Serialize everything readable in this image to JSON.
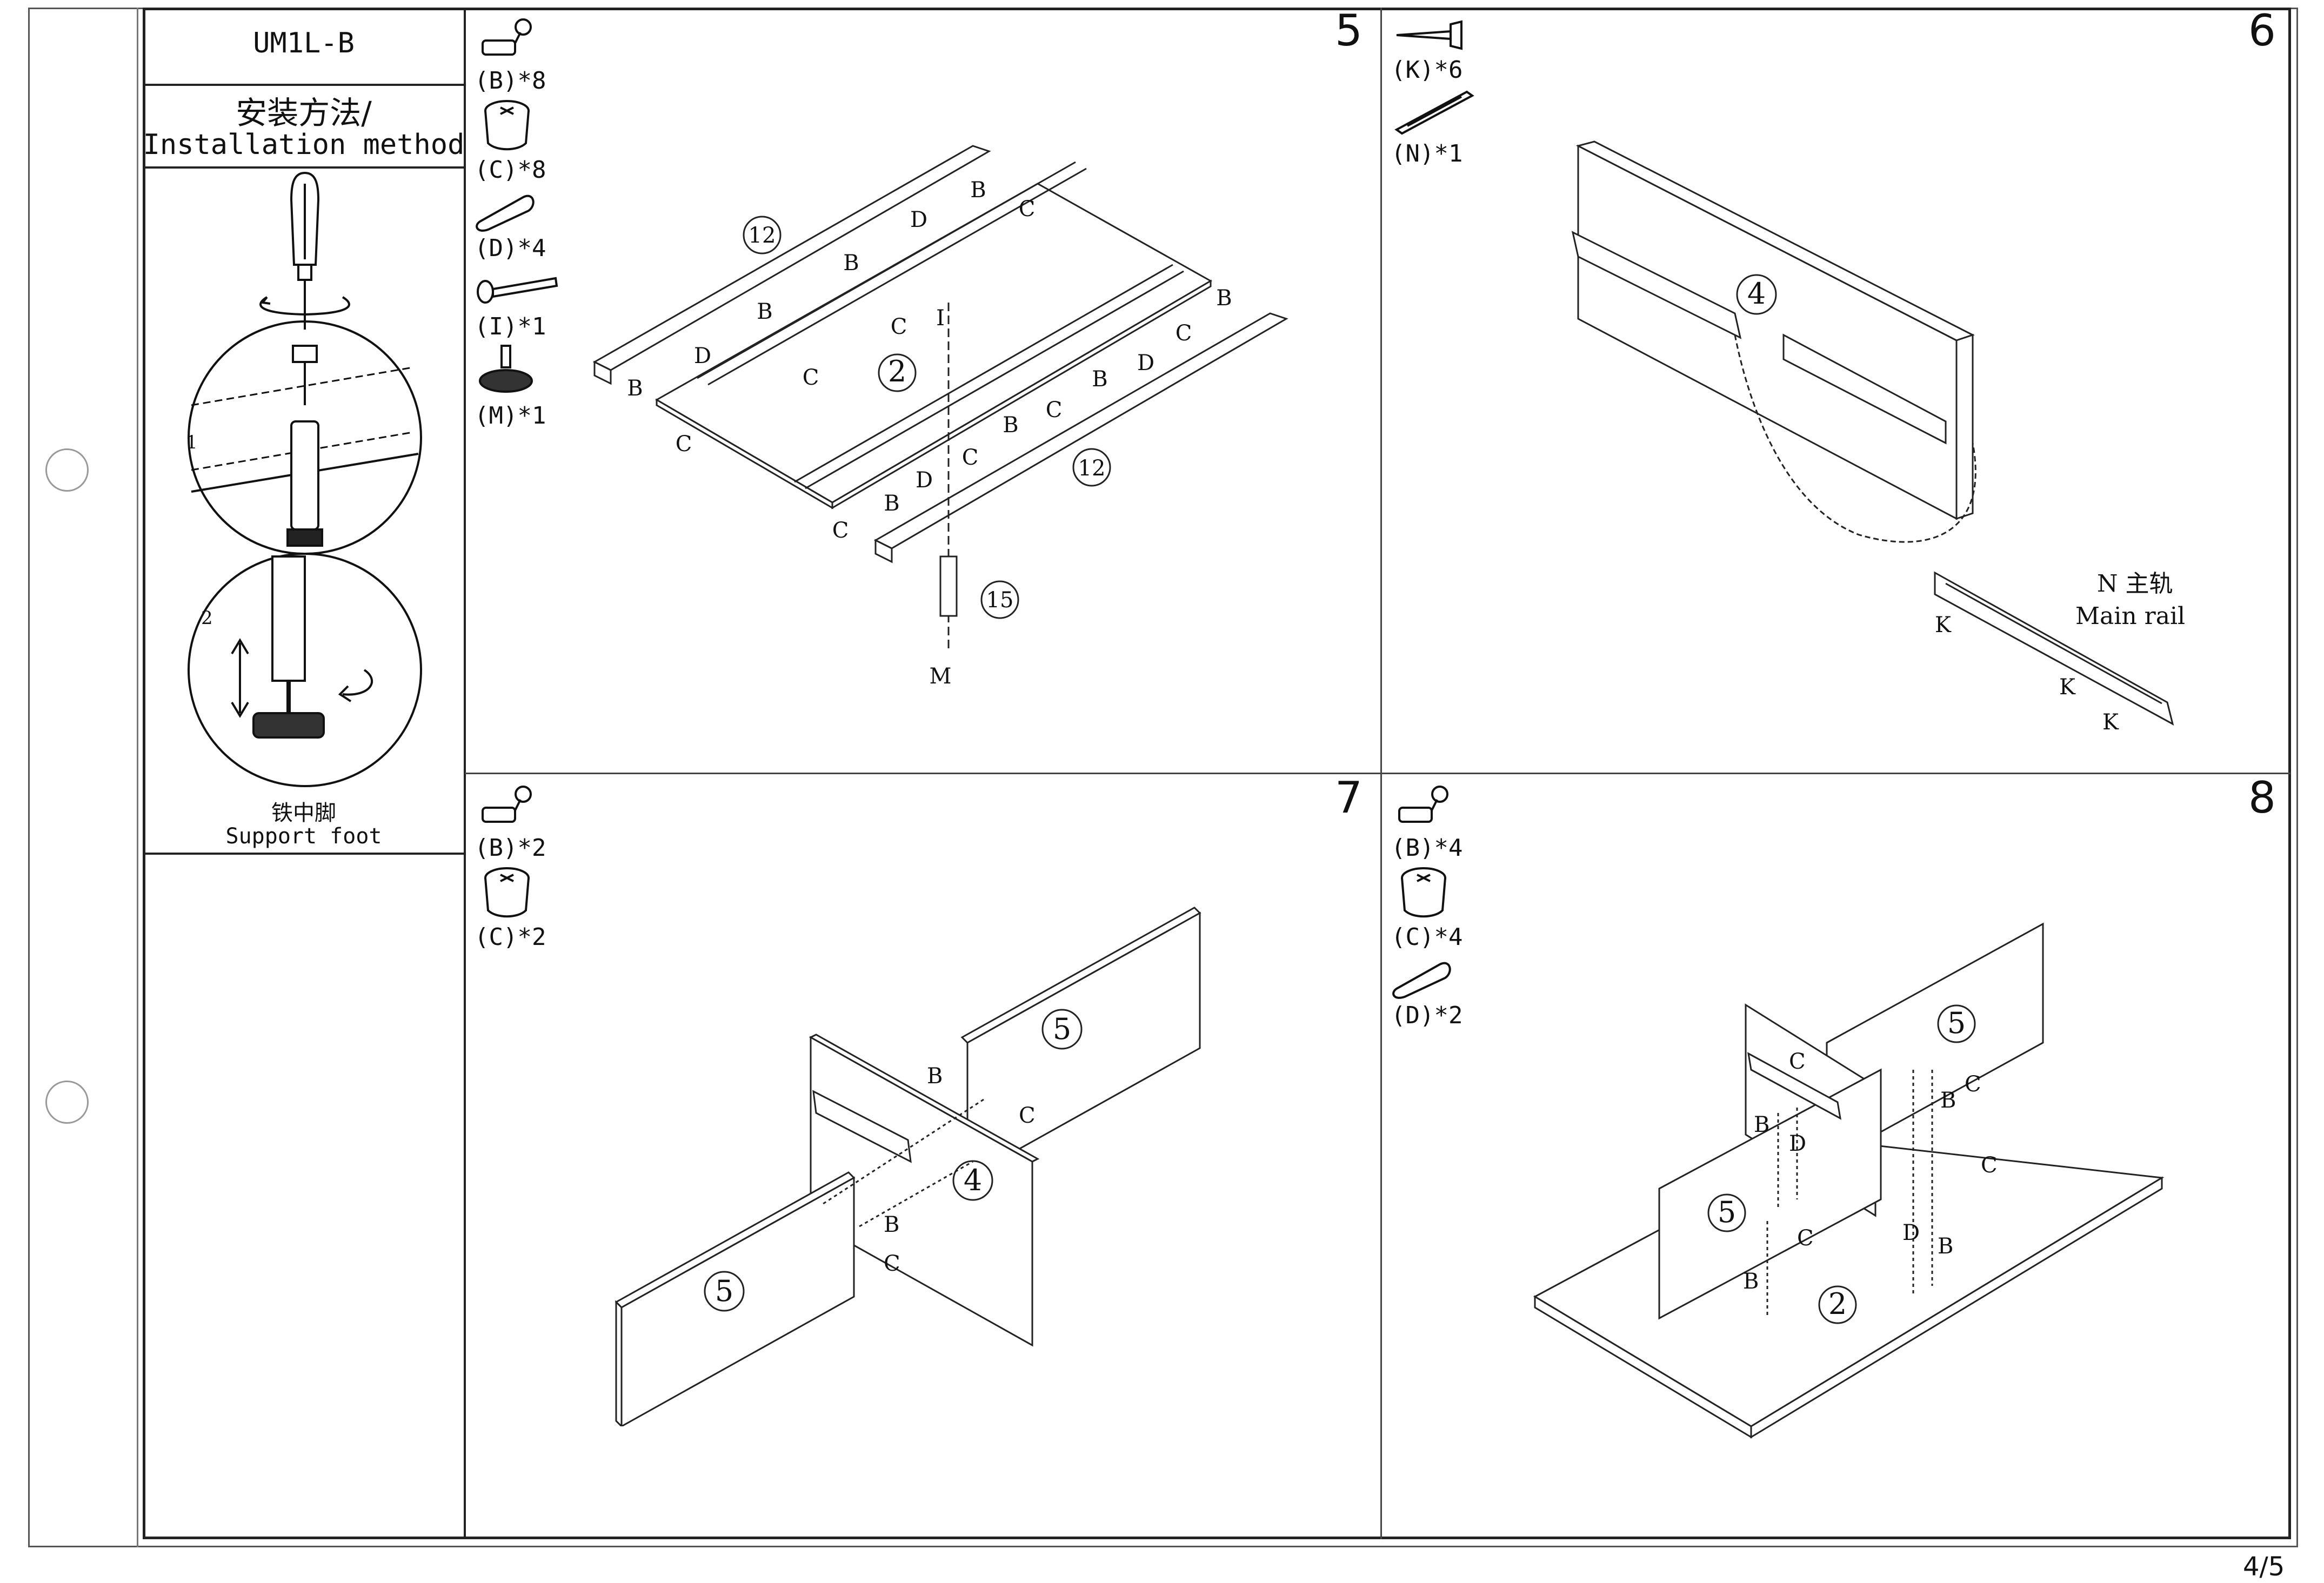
{
  "header": {
    "model": "UM1L-B",
    "method_cn": "安装方法/",
    "method_en": "Installation method"
  },
  "sidebar": {
    "detail_1": "1",
    "detail_2": "2",
    "foot_cn": "铁中脚",
    "foot_en": "Support foot"
  },
  "steps": {
    "s5": {
      "number": "5",
      "parts": [
        "(B)*8",
        "(C)*8",
        "(D)*4",
        "(I)*1",
        "(M)*1"
      ],
      "labels": {
        "b": "B",
        "c": "C",
        "d": "D",
        "i": "I",
        "m": "M",
        "p12": "12",
        "p2": "2",
        "p15": "15"
      }
    },
    "s6": {
      "number": "6",
      "parts": [
        "(K)*6",
        "(N)*1"
      ],
      "labels": {
        "p4": "4",
        "k": "K",
        "rail_cn": "N 主轨",
        "rail_en": "Main rail"
      }
    },
    "s7": {
      "number": "7",
      "parts": [
        "(B)*2",
        "(C)*2"
      ],
      "labels": {
        "b": "B",
        "c": "C",
        "p5": "5",
        "p4": "4"
      }
    },
    "s8": {
      "number": "8",
      "parts": [
        "(B)*4",
        "(C)*4",
        "(D)*2"
      ],
      "labels": {
        "b": "B",
        "c": "C",
        "d": "D",
        "p5": "5",
        "p2": "2"
      }
    }
  },
  "footer": {
    "page": "4/5"
  }
}
